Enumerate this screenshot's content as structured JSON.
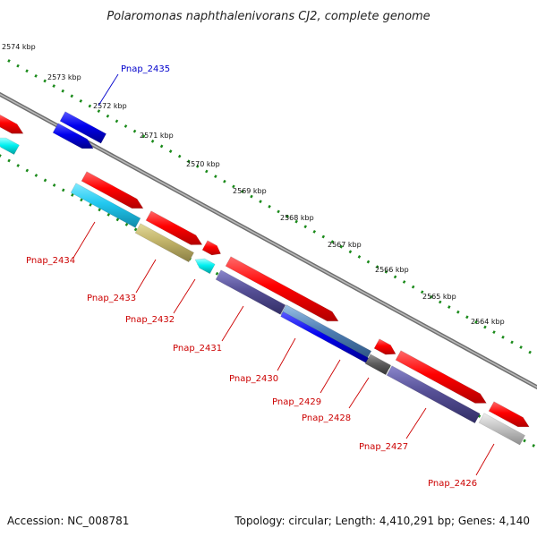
{
  "title": "Polaromonas naphthalenivorans CJ2, complete genome",
  "footer": {
    "accession": "Accession: NC_008781",
    "topology": "Topology: circular; Length: 4,410,291 bp; Genes: 4,140"
  },
  "colors": {
    "backbone": "#8a8a8a",
    "tick": "#1a8a1a",
    "label_red": "#cc0000",
    "label_blue": "#0000cc"
  },
  "kbp_labels": [
    "2574 kbp",
    "2573 kbp",
    "2572 kbp",
    "2571 kbp",
    "2570 kbp",
    "2569 kbp",
    "2568 kbp",
    "2567 kbp",
    "2566 kbp",
    "2565 kbp",
    "2564 kbp"
  ],
  "gene_labels": [
    {
      "name": "Pnap_2435",
      "color": "#0000cc"
    },
    {
      "name": "Pnap_2434",
      "color": "#cc0000"
    },
    {
      "name": "Pnap_2433",
      "color": "#cc0000"
    },
    {
      "name": "Pnap_2432",
      "color": "#cc0000"
    },
    {
      "name": "Pnap_2431",
      "color": "#cc0000"
    },
    {
      "name": "Pnap_2430",
      "color": "#cc0000"
    },
    {
      "name": "Pnap_2429",
      "color": "#cc0000"
    },
    {
      "name": "Pnap_2428",
      "color": "#cc0000"
    },
    {
      "name": "Pnap_2427",
      "color": "#cc0000"
    },
    {
      "name": "Pnap_2426",
      "color": "#cc0000"
    }
  ]
}
